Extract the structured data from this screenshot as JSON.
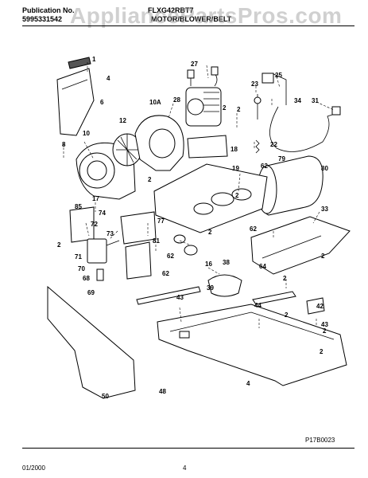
{
  "header": {
    "publication_label": "Publication No.",
    "publication_number": "5995331542",
    "model": "FLXG42RBT7",
    "section_title": "MOTOR/BLOWER/BELT"
  },
  "watermark": "AppliancePartsPros.com",
  "footer": {
    "date": "01/2000",
    "page": "4",
    "diagram_code": "P17B0023"
  },
  "callouts": [
    "1",
    "4",
    "6",
    "10",
    "8",
    "10A",
    "12",
    "2",
    "27",
    "28",
    "2",
    "23",
    "25",
    "34",
    "31",
    "2",
    "18",
    "22",
    "62",
    "79",
    "80",
    "19",
    "2",
    "17",
    "85",
    "74",
    "72",
    "73",
    "2",
    "77",
    "81",
    "2",
    "33",
    "71",
    "70",
    "68",
    "69",
    "62",
    "62",
    "16",
    "38",
    "62",
    "2",
    "64",
    "39",
    "43",
    "2",
    "44",
    "42",
    "2",
    "43",
    "2",
    "2",
    "50",
    "48",
    "4"
  ]
}
